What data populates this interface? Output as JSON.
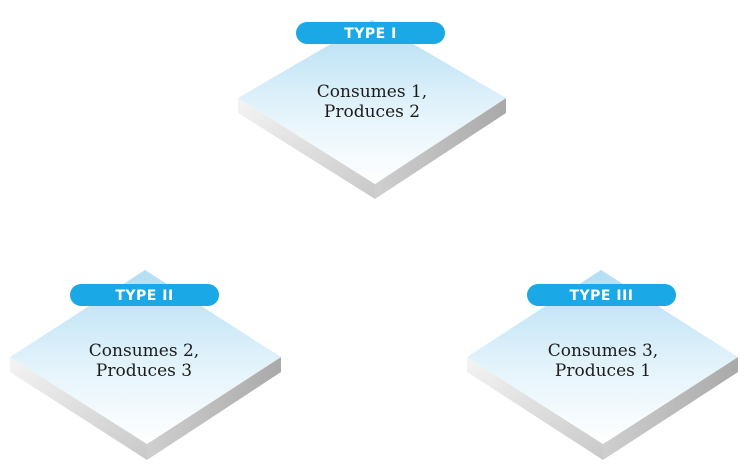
{
  "nodes": [
    {
      "badge": "TYPE I",
      "line1": "Consumes 1,",
      "line2": "Produces 2"
    },
    {
      "badge": "TYPE II",
      "line1": "Consumes 2,",
      "line2": "Produces 3"
    },
    {
      "badge": "TYPE III",
      "line1": "Consumes 3,",
      "line2": "Produces 1"
    }
  ],
  "colors": {
    "badge_fill": "#1aa9e6",
    "tile_top": "#bfe5f7",
    "tile_bottom": "#ffffff",
    "tile_side_light": "#eeeeee",
    "tile_side_dark": "#bcbcbc",
    "label_text": "#1c1c1c",
    "badge_text": "#ffffff"
  }
}
